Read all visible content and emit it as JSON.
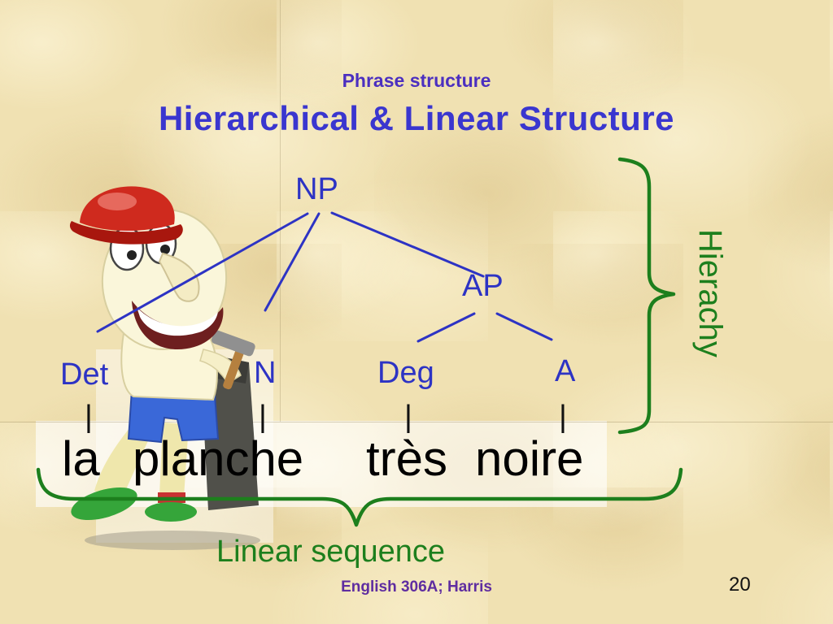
{
  "slide": {
    "kicker": "Phrase structure",
    "title": "Hierarchical & Linear Structure",
    "footer": "English 306A; Harris",
    "page_number": "20"
  },
  "tree": {
    "root_label": "NP",
    "ap_label": "AP",
    "leaves": [
      {
        "label": "Det",
        "bar": "|",
        "word": "la"
      },
      {
        "label": "N",
        "bar": "|",
        "word": "planche"
      },
      {
        "label": "Deg",
        "bar": "|",
        "word": "très"
      },
      {
        "label": "A",
        "bar": "|",
        "word": "noire"
      }
    ]
  },
  "annotations": {
    "hierarchy_label": "Hierachy",
    "linear_label": "Linear sequence"
  },
  "colors": {
    "title_blue": "#3a36cf",
    "kicker_purple": "#4b2fc0",
    "tree_blue": "#2d33c4",
    "brace_green": "#1d7f1d",
    "footer_purple": "#5f2da0",
    "word_black": "#000000",
    "background_parchment": "#f0e1b2"
  }
}
